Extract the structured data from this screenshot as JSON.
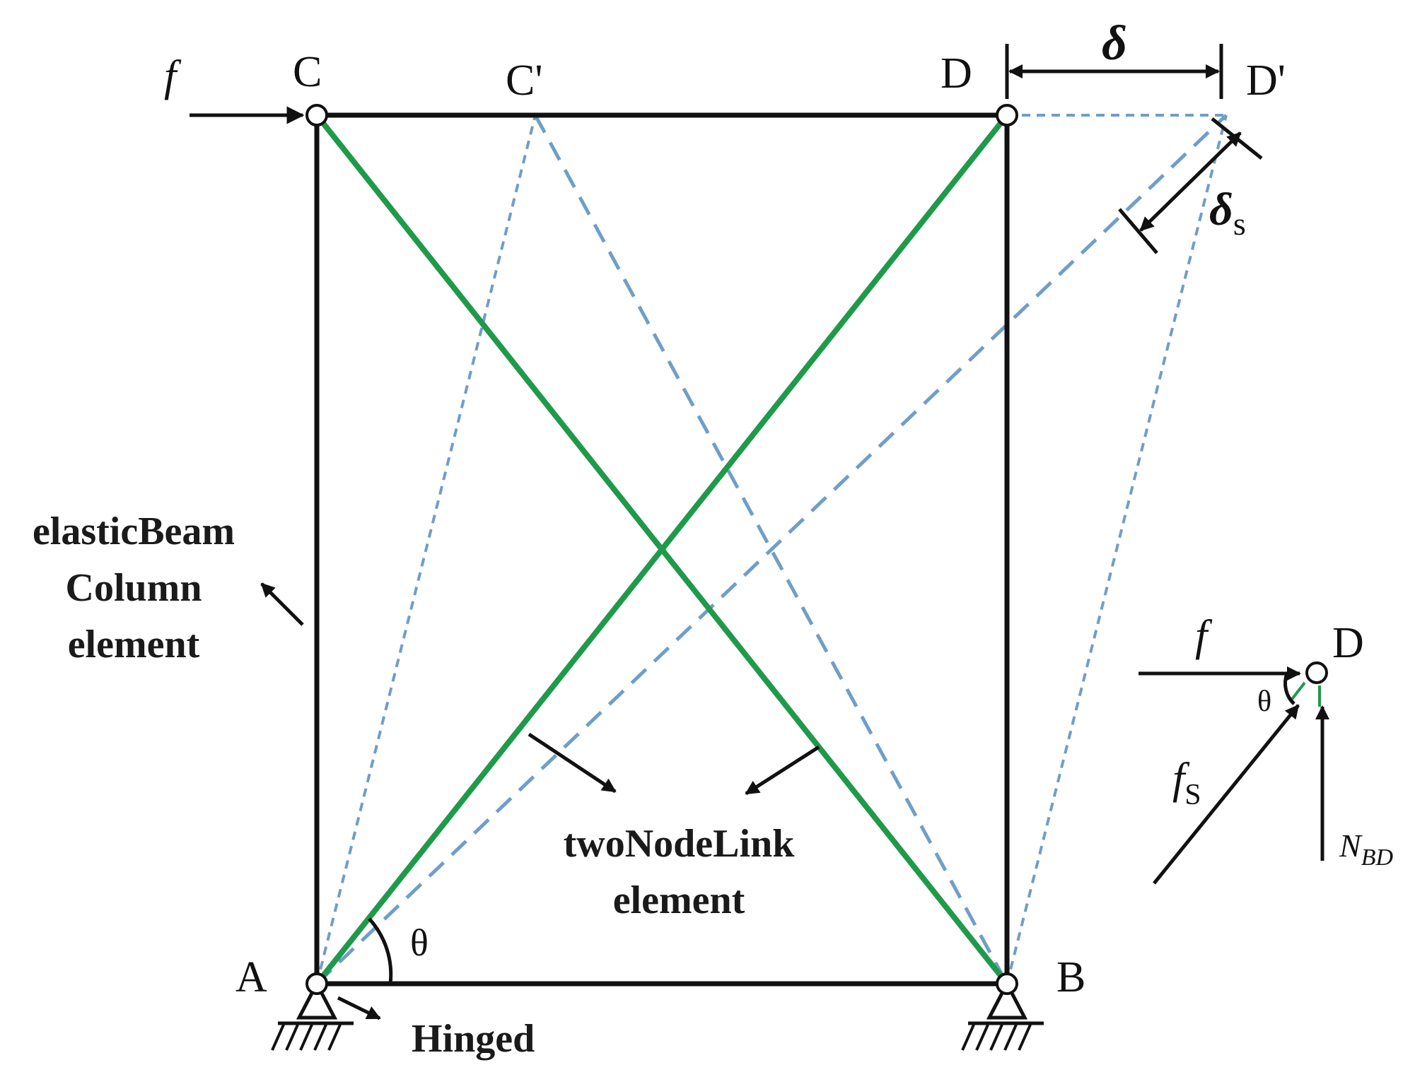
{
  "nodes": {
    "A": "A",
    "B": "B",
    "C": "C",
    "D": "D",
    "C_prime": "C'",
    "D_prime": "D'"
  },
  "symbols": {
    "force": "f",
    "delta": "δ",
    "delta_s_main": "δ",
    "delta_s_sub": "s",
    "theta": "θ",
    "fs_main": "f",
    "fs_sub": "S",
    "nbd_main": "N",
    "nbd_sub": "BD"
  },
  "labels": {
    "beam_line1": "elasticBeam",
    "beam_line2": "Column",
    "beam_line3": "element",
    "link_line1": "twoNodeLink",
    "link_line2": "element",
    "hinged": "Hinged"
  },
  "inset": {
    "node": "D",
    "force": "f",
    "theta": "θ"
  },
  "colors": {
    "frame": "#111111",
    "brace": "#1f9a4a",
    "deformed": "#6f9ec8"
  }
}
